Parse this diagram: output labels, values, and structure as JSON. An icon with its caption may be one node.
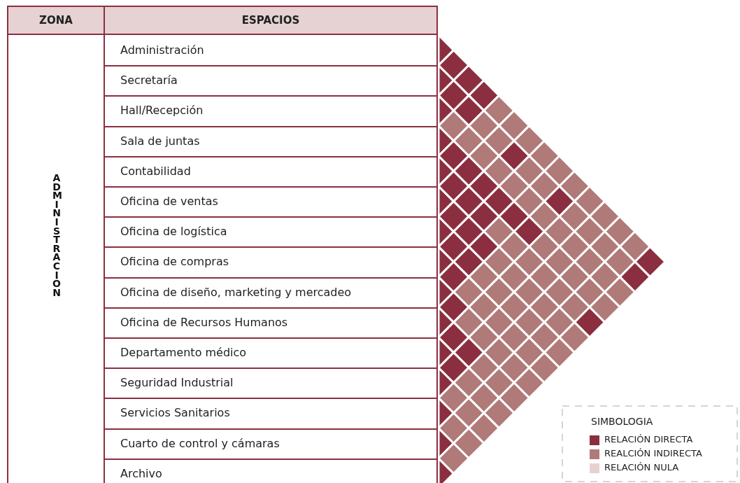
{
  "diagram": {
    "labels": [
      "ZONA",
      "ESPACIOS",
      "ADMINISTRACIÓN",
      "Administración",
      "Secretaría",
      "Hall/Recepción",
      "Sala de juntas",
      "Contabilidad",
      "Oficina de ventas",
      "Oficina de logística",
      "Oficina de compras",
      "Oficina de diseño, marketing y mercadeo",
      "Oficina de Recursos Humanos",
      "Departamento médico",
      "Seguridad Industrial",
      "Servicios Sanitarios",
      "Cuarto de control y cámaras",
      "Archivo",
      "SIMBOLOGIA"
    ],
    "legend": [
      {
        "text": "RELACIÓN DIRECTA",
        "color": "#8b2f40"
      },
      {
        "text": "REALCIÓN INDIRECTA",
        "color": "#b07a78"
      },
      {
        "text": "RELACIÓN NULA",
        "color": "#e6d2d2"
      }
    ]
  }
}
